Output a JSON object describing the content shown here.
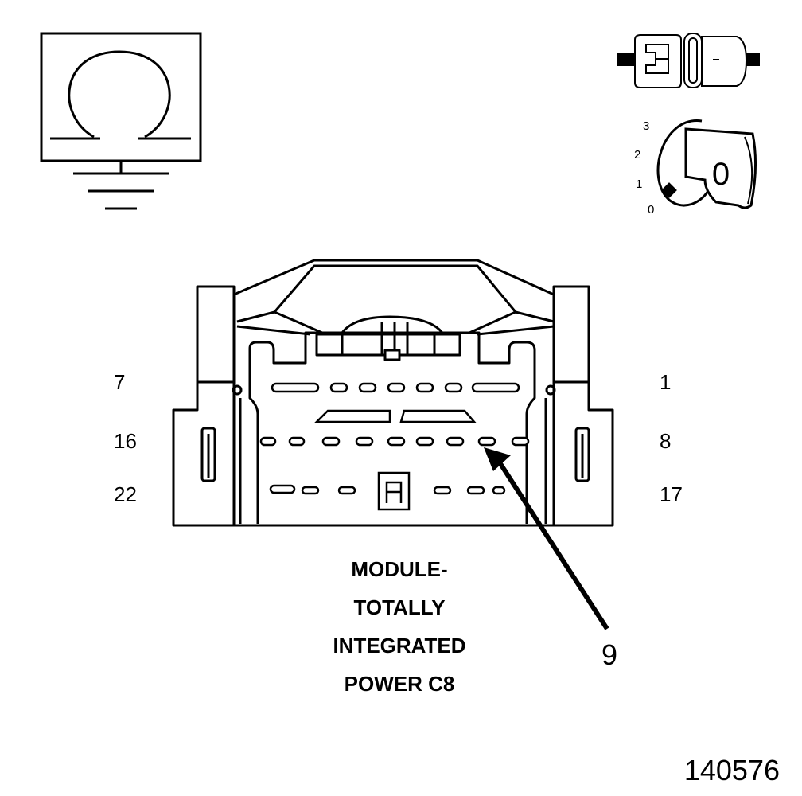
{
  "icons": {
    "ohmmeter": "ohmmeter-ground-icon",
    "connector": "disconnected-connector-icon",
    "ignition": "ignition-key-off-icon"
  },
  "ignition": {
    "positions": [
      "3",
      "2",
      "1",
      "0"
    ],
    "key_label": "0"
  },
  "connector": {
    "pin_labels": {
      "top_left": "7",
      "top_right": "1",
      "mid_left": "16",
      "mid_right": "8",
      "bottom_left": "22",
      "bottom_right": "17"
    },
    "callout_pin": "9",
    "caption_lines": [
      "MODULE-",
      "TOTALLY",
      "INTEGRATED",
      "POWER C8"
    ]
  },
  "figure_id": "140576"
}
